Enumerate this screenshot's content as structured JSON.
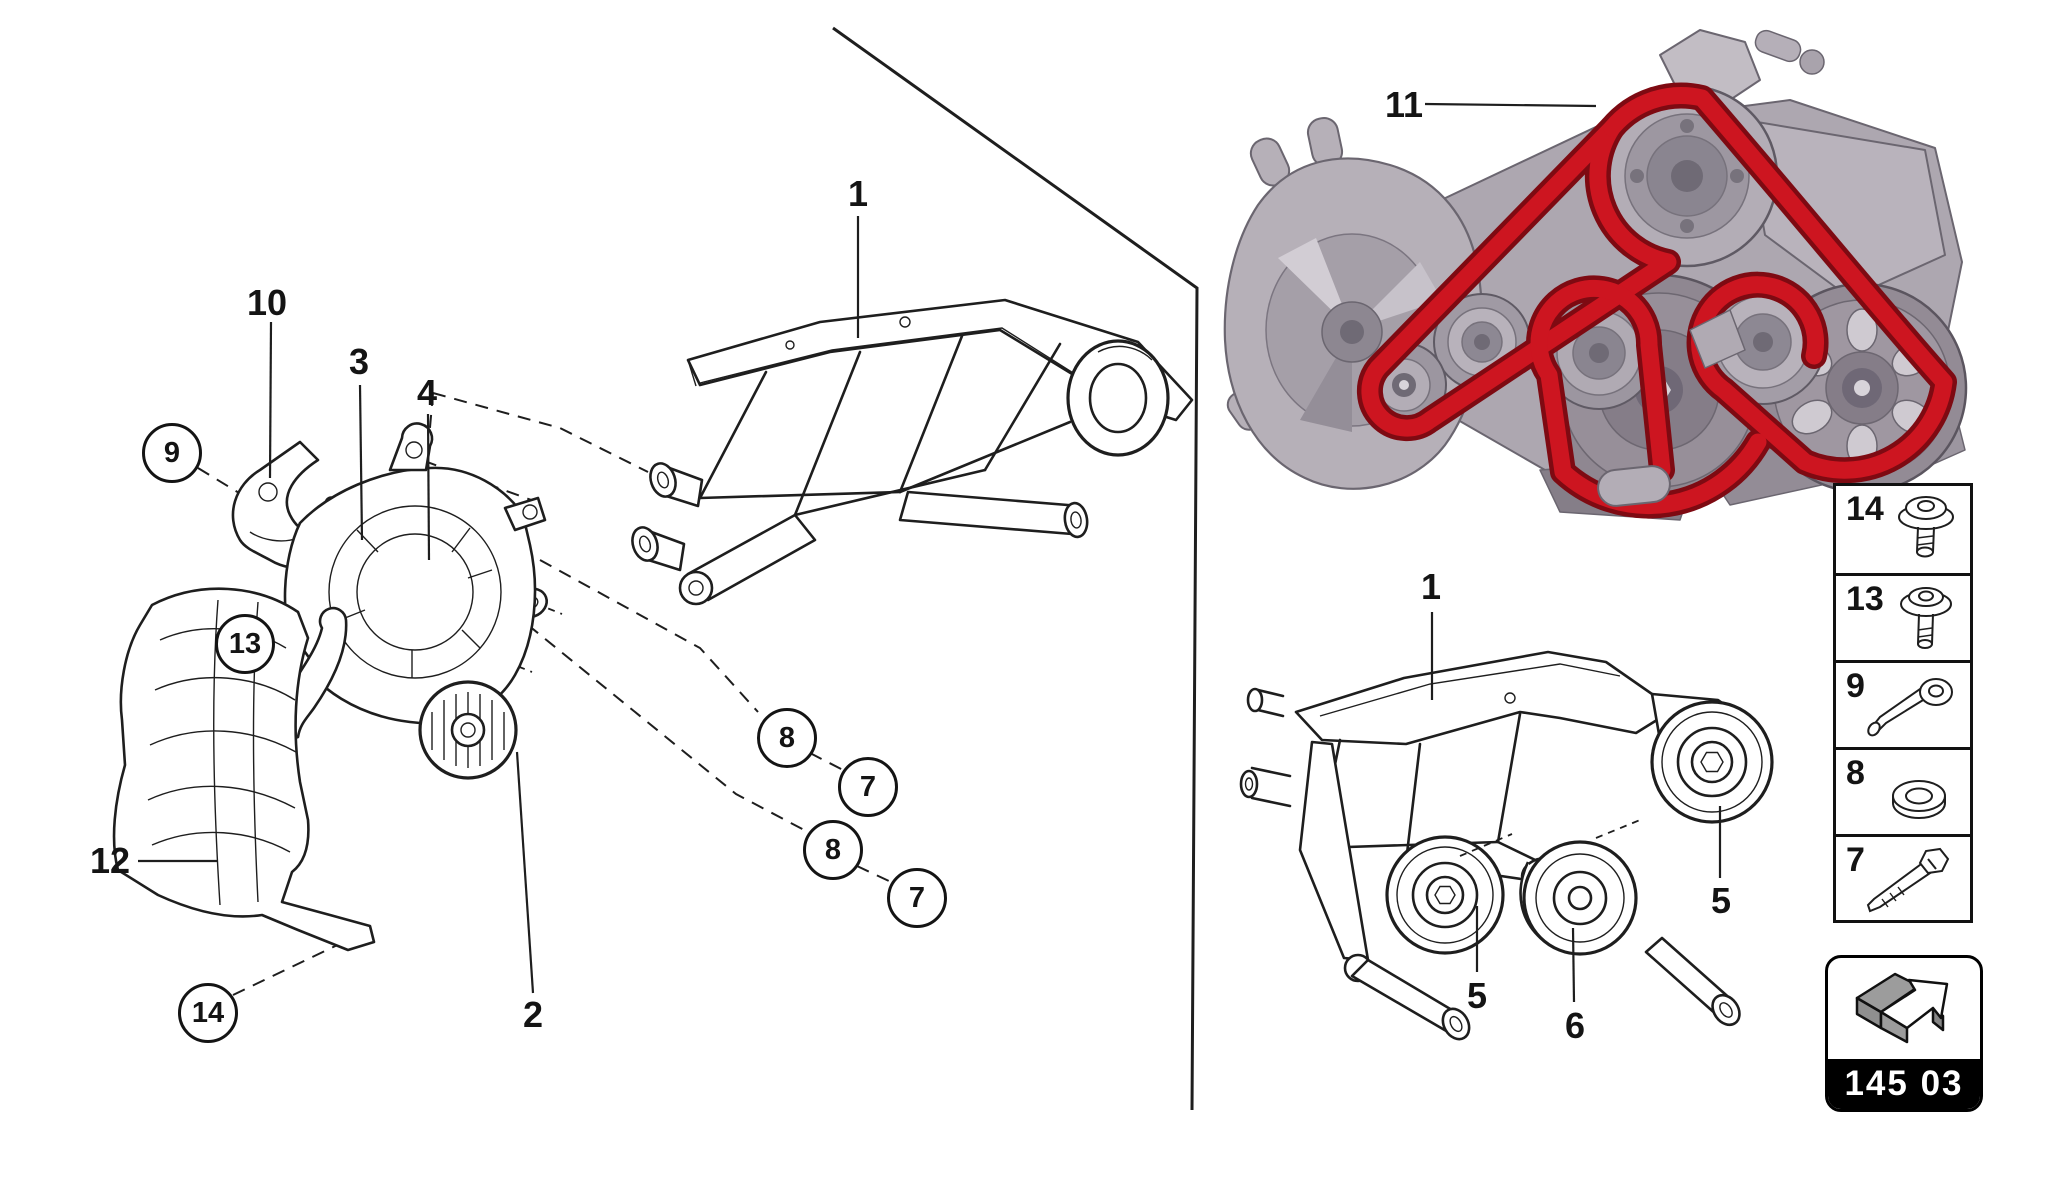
{
  "left_diagram": {
    "callouts": {
      "c10": "10",
      "c3": "3",
      "c4": "4",
      "c9": "9",
      "c13": "13",
      "c12": "12",
      "c14": "14",
      "c2": "2",
      "c1": "1",
      "c8a": "8",
      "c7a": "7",
      "c8b": "8",
      "c7b": "7"
    }
  },
  "top_right": {
    "callout_11": "11"
  },
  "bottom_right": {
    "callout_1": "1",
    "callout_5a": "5",
    "callout_5b": "5",
    "callout_6": "6"
  },
  "legend": {
    "rows": [
      {
        "number": "14",
        "icon": "flanged-torx-screw-icon"
      },
      {
        "number": "13",
        "icon": "flanged-torx-screw-icon"
      },
      {
        "number": "9",
        "icon": "button-head-bolt-icon"
      },
      {
        "number": "8",
        "icon": "washer-icon"
      },
      {
        "number": "7",
        "icon": "hex-bolt-icon"
      }
    ]
  },
  "footer": {
    "code": "145 03",
    "icon": "belt-direction-arrow-icon"
  },
  "colors": {
    "line": "#1e1e1e",
    "belt_red": "#cd1520",
    "belt_red_dark": "#7e0a12",
    "metal_light": "#c6c1c9",
    "metal": "#b3adb6",
    "metal_mid": "#9c96a0",
    "metal_dark": "#857e88",
    "footer_bg": "#000000",
    "footer_text": "#ffffff"
  }
}
